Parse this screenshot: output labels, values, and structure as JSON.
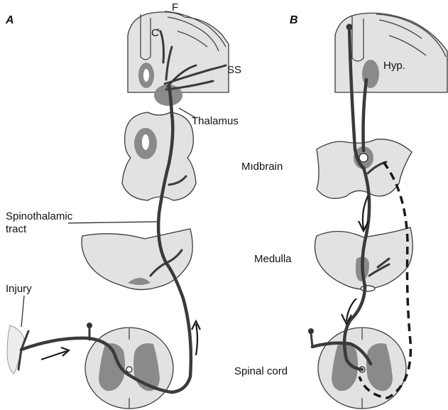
{
  "panels": {
    "a": "A",
    "b": "B"
  },
  "labels": {
    "f": "F",
    "c": "C",
    "ss": "SS",
    "thalamus": "Thalamus",
    "hyp": "Hyp.",
    "midbrain": "Mıdbrain",
    "spinothalamic_line1": "Spinothalamic",
    "spinothalamic_line2": "tract",
    "medulla": "Medulla",
    "injury": "Injury",
    "spinal_cord": "Spinal cord"
  },
  "colors": {
    "tissue": "#e2e2e2",
    "grey_matter": "#8a8a8a",
    "fiber": "#3a3a3a",
    "background": "#ffffff"
  }
}
